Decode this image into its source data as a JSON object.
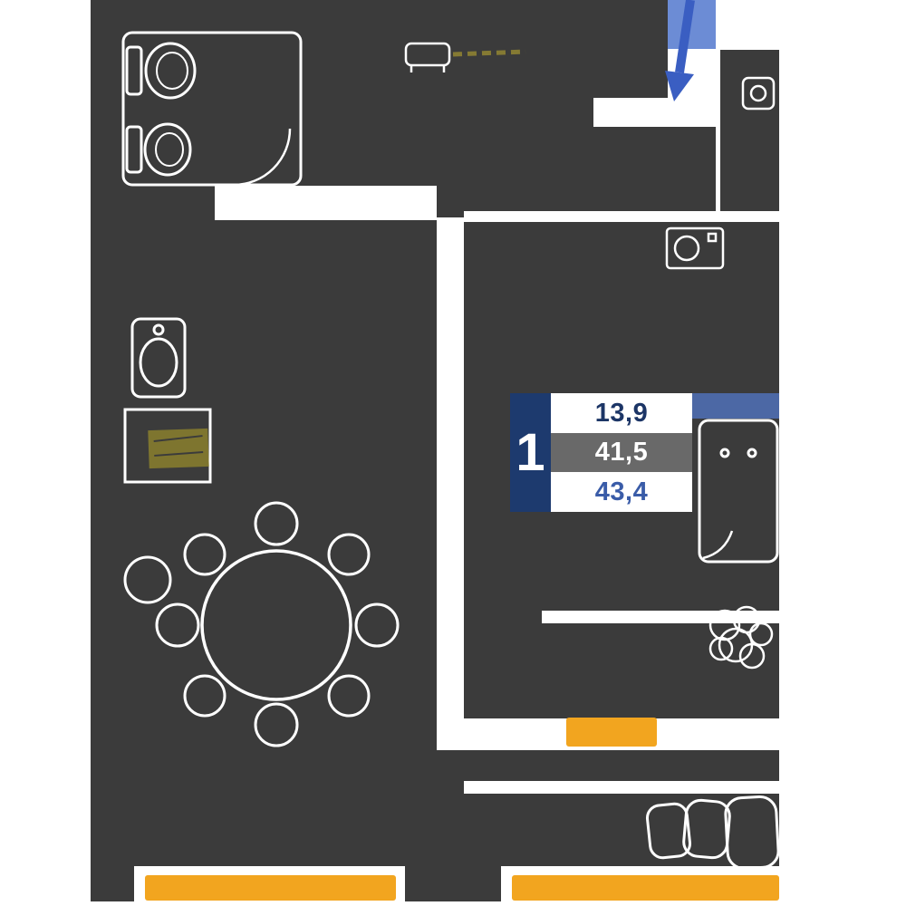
{
  "unit_badge": {
    "rooms_count": "1",
    "area_values": {
      "top": "13,9",
      "middle": "41,5",
      "bottom": "43,4"
    }
  },
  "colors": {
    "wall_dark_gray": "#3b3b3b",
    "background_white": "#ffffff",
    "balcony_yellow": "#f2a51f",
    "stove_olive": "#7e752f",
    "badge_navy": "#1d3a6e",
    "badge_band_blue": "#4c68a5",
    "badge_row_gray": "#696969",
    "badge_text_navy": "#1c3566",
    "badge_text_blue": "#3a5ca8",
    "entrance_arrow_blue": "#3a5ec2",
    "entrance_box_light_blue": "#6c8cd5",
    "sketch_line_white": "#ffffff"
  },
  "icons": [
    "entrance-arrow-icon",
    "toilet-icon",
    "washbasin-icon",
    "door-swing-icon",
    "bench-icon",
    "boiler-icon",
    "washing-machine-icon",
    "kitchen-sink-icon",
    "kitchen-counter-icon",
    "stove-icon",
    "dining-table-icon",
    "chair-icon",
    "sofa-icon",
    "wardrobe-icon",
    "plant-icon",
    "bed-icon",
    "balcony-marker",
    "window-marker"
  ]
}
